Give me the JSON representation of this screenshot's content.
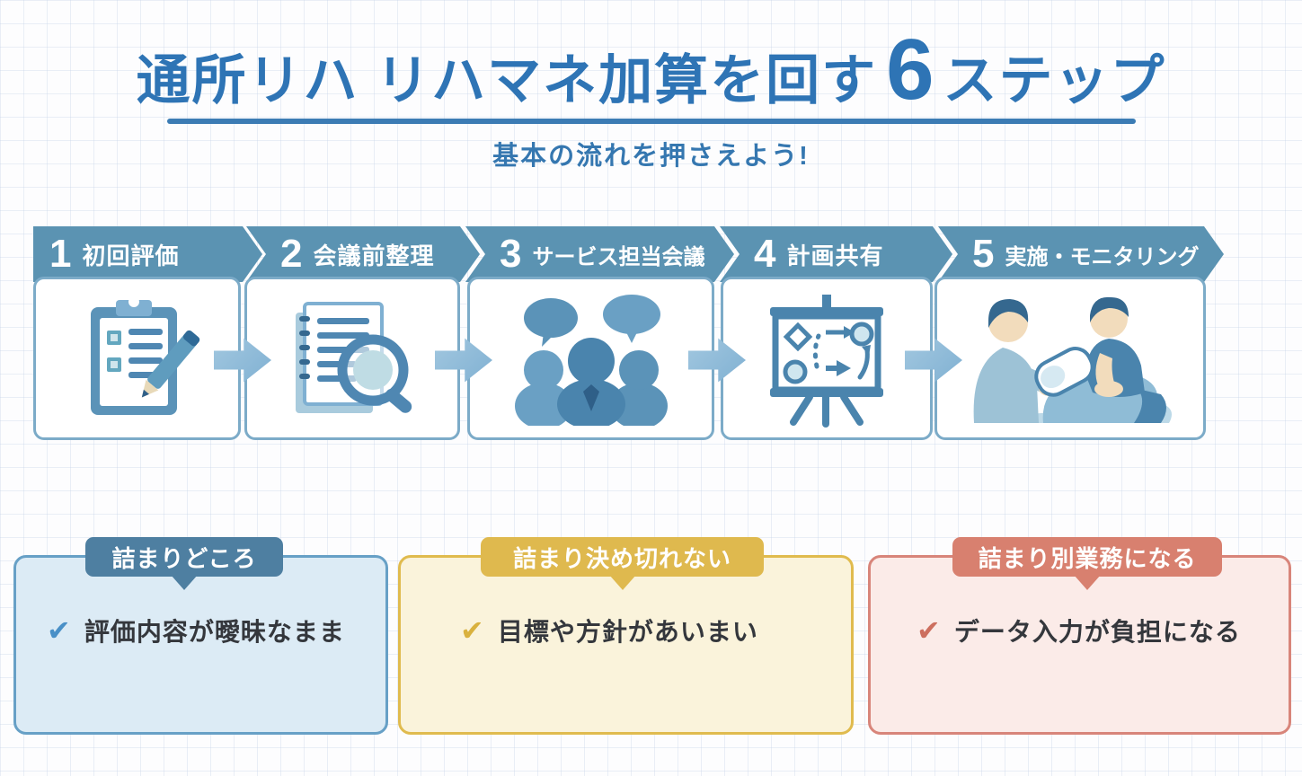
{
  "title": {
    "main": "通所リハ リハマネ加算を回す",
    "number": "6",
    "tail": "ステップ"
  },
  "subtitle": "基本の流れを押さえよう!",
  "steps": [
    {
      "number": "1",
      "label": "初回評価",
      "icon": "clipboard-checklist-pen-icon"
    },
    {
      "number": "2",
      "label": "会議前整理",
      "icon": "documents-magnifier-icon"
    },
    {
      "number": "3",
      "label": "サービス担当会議",
      "icon": "people-discussion-icon"
    },
    {
      "number": "4",
      "label": "計画共有",
      "icon": "strategy-board-icon"
    },
    {
      "number": "5",
      "label": "実施・モニタリング",
      "icon": "rehab-session-icon"
    }
  ],
  "callouts": [
    {
      "badge": "詰まりどころ",
      "item": "評価内容が曖昧なまま",
      "theme": "blue"
    },
    {
      "badge": "詰まり決め切れない",
      "item": "目標や方針があいまい",
      "theme": "yellow"
    },
    {
      "badge": "詰まり別業務になる",
      "item": "データ入力が負担になる",
      "theme": "red"
    }
  ],
  "colors": {
    "title_blue": "#2e74b5",
    "banner_teal": "#5b93b2",
    "arrow_blue": "#8fb9d8",
    "step_border": "#7cabc8",
    "callout_blue_badge": "#4e7fa1",
    "callout_blue_fill": "#dcebf5",
    "callout_yellow_badge": "#dfb94e",
    "callout_yellow_fill": "#faf3db",
    "callout_red_badge": "#d8806f",
    "callout_red_fill": "#fbebe8"
  }
}
